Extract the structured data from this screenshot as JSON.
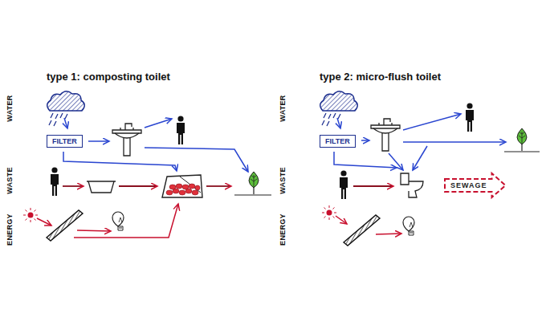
{
  "diagram": {
    "nodes": [
      {
        "text": [
          "FILTER"
        ]
      },
      {
        "text": [
          "FILTER"
        ]
      },
      {
        "text": [
          "SEWAGE"
        ]
      }
    ],
    "labels": [
      "type 1: composting toilet",
      "WATER",
      "WASTE",
      "ENERGY",
      "type 2: micro-flush toilet",
      "WATER",
      "WASTE",
      "ENERGY"
    ]
  }
}
